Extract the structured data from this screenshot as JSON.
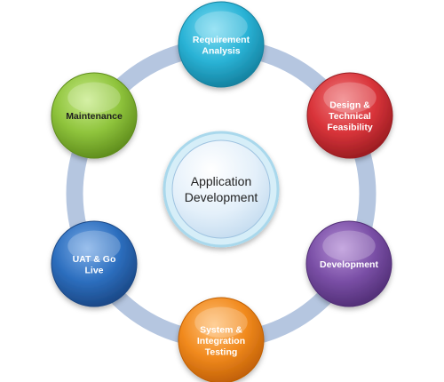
{
  "diagram": {
    "center": {
      "lines": [
        "Application",
        "Development"
      ]
    },
    "ring_color": "#b5c6e0",
    "nodes": [
      {
        "id": "requirement-analysis",
        "lines": [
          "Requirement",
          "Analysis"
        ],
        "color": "#2ab3d6",
        "color_light": "#7fdcf2",
        "color_dark": "#14809e",
        "text_color": "#ffffff"
      },
      {
        "id": "design-technical-feasibility",
        "lines": [
          "Design &",
          "Technical",
          "Feasibility"
        ],
        "color": "#d9343a",
        "color_light": "#f07d80",
        "color_dark": "#991c21",
        "text_color": "#ffffff"
      },
      {
        "id": "development",
        "lines": [
          "Development"
        ],
        "color": "#7a4fa6",
        "color_light": "#b791d8",
        "color_dark": "#512e76",
        "text_color": "#ffffff"
      },
      {
        "id": "system-integration-testing",
        "lines": [
          "System &",
          "Integration",
          "Testing"
        ],
        "color": "#f18a1e",
        "color_light": "#ffc27a",
        "color_dark": "#c05f05",
        "text_color": "#ffffff"
      },
      {
        "id": "uat-go-live",
        "lines": [
          "UAT & Go",
          "Live"
        ],
        "color": "#2d6fbf",
        "color_light": "#7eaee8",
        "color_dark": "#1a4785",
        "text_color": "#ffffff"
      },
      {
        "id": "maintenance",
        "lines": [
          "Maintenance"
        ],
        "color": "#8fc43c",
        "color_light": "#c9ec8c",
        "color_dark": "#5e8c1c",
        "text_color": "#1f1f1f"
      }
    ]
  }
}
